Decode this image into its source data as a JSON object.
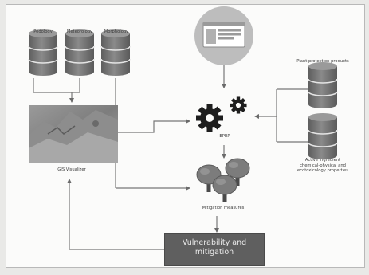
{
  "labels": {
    "pedology": "Pedology",
    "meteorology": "Meteorology",
    "morphology": "Morphology",
    "gis": "GIS Visualizer",
    "eprp": "EPRP",
    "ppp": "Plant protection products",
    "active": "Active ingredient chemical-physical and ecotoxicology properties",
    "mitigation": "Mitigation measures",
    "vulnerability_line1": "Vulnerability and",
    "vulnerability_line2": "mitigation"
  },
  "icons": {
    "databases": "database-icon",
    "monitor": "browser-window-icon",
    "gears": "gears-icon",
    "trees": "trees-icon",
    "map": "terrain-map-image"
  },
  "colors": {
    "database": "#6f6f6f",
    "gear": "#222222",
    "tree": "#7c7c7c",
    "monitor_circle": "#bdbdbd",
    "box": "#5f5f5f",
    "line": "#777777"
  }
}
